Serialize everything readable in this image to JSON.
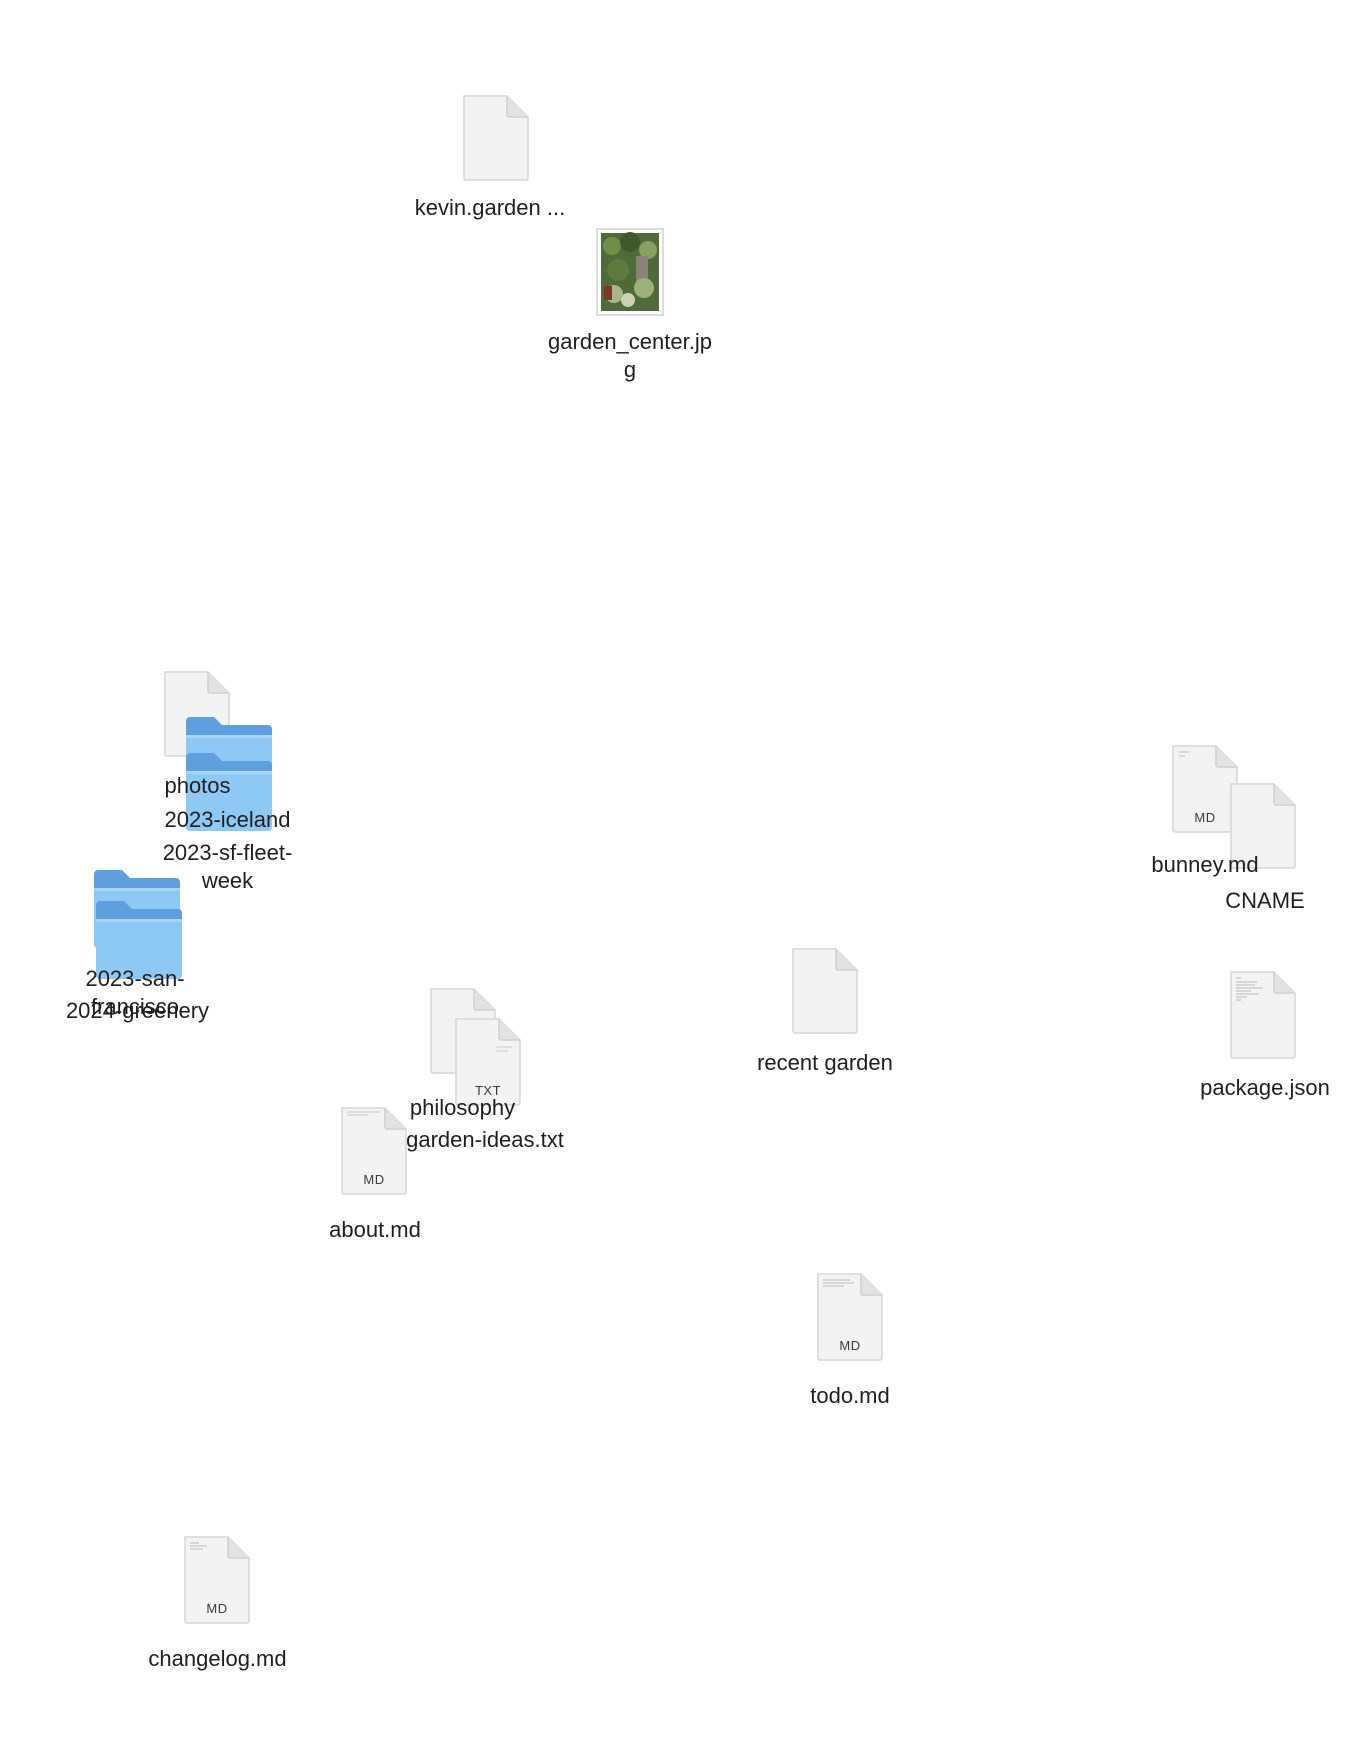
{
  "desktop": {
    "items": {
      "kevin_garden": {
        "label": "kevin.garden ...",
        "kind": "document",
        "icon": "blank-document-icon"
      },
      "garden_center": {
        "label": "garden_center.jp g",
        "kind": "image",
        "icon": "photo-thumbnail-icon"
      },
      "photos": {
        "label": "photos",
        "kind": "document",
        "icon": "blank-document-icon"
      },
      "iceland": {
        "label": "2023-iceland",
        "kind": "folder",
        "icon": "folder-icon"
      },
      "fleet_week": {
        "label": "2023-sf-fleet-week",
        "kind": "folder",
        "icon": "folder-icon"
      },
      "san_francisco": {
        "label": "2023-san-francisco",
        "kind": "folder",
        "icon": "folder-icon"
      },
      "greenery": {
        "label": "2024-greenery",
        "kind": "folder",
        "icon": "folder-icon"
      },
      "bunney": {
        "label": "bunney.md",
        "kind": "markdown",
        "badge": "MD",
        "icon": "markdown-document-icon"
      },
      "cname": {
        "label": "CNAME",
        "kind": "document",
        "icon": "blank-document-icon"
      },
      "recent_garden": {
        "label": "recent garden",
        "kind": "document",
        "icon": "blank-document-icon"
      },
      "package_json": {
        "label": "package.json",
        "kind": "text-preview",
        "icon": "json-document-icon"
      },
      "philosophy": {
        "label": "philosophy",
        "kind": "document",
        "icon": "blank-document-icon"
      },
      "garden_ideas": {
        "label": "garden-ideas.txt",
        "kind": "text",
        "badge": "TXT",
        "icon": "text-document-icon"
      },
      "about": {
        "label": "about.md",
        "kind": "markdown",
        "badge": "MD",
        "icon": "markdown-document-icon"
      },
      "todo": {
        "label": "todo.md",
        "kind": "markdown",
        "badge": "MD",
        "icon": "markdown-document-icon"
      },
      "changelog": {
        "label": "changelog.md",
        "kind": "markdown",
        "badge": "MD",
        "icon": "markdown-document-icon"
      }
    }
  }
}
